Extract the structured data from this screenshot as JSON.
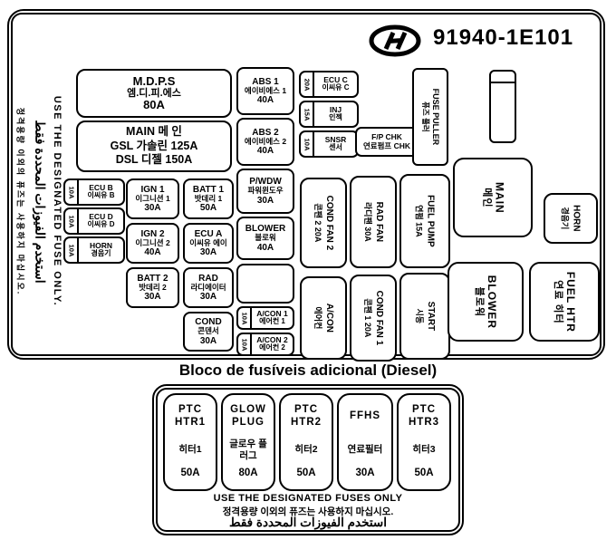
{
  "header": {
    "logo": "hyundai-logo",
    "part_number": "91940-1E101"
  },
  "side_warning": {
    "korean": "정격용량 이외의 퓨즈는 사용하지 마십시오.",
    "arabic": "استخدم الفيوزات المحددة فقط",
    "english": "USE THE DESIGNATED FUSE ONLY."
  },
  "fuses": {
    "mdps": {
      "name": "M.D.P.S",
      "korean": "엠.디.피.에스",
      "amp": "80A"
    },
    "main": {
      "line1": "MAIN 메 인",
      "line2": "GSL 가솔린 125A",
      "line3": "DSL 디젤 150A"
    },
    "abs1": {
      "name": "ABS 1",
      "korean": "에이비에스 1",
      "amp": "40A"
    },
    "abs2": {
      "name": "ABS 2",
      "korean": "에이비에스 2",
      "amp": "40A"
    },
    "pwdw": {
      "name": "P/WDW",
      "korean": "파워윈도우",
      "amp": "30A"
    },
    "blower": {
      "name": "BLOWER",
      "korean": "블로워",
      "amp": "40A"
    },
    "acon1": {
      "name": "A/CON 1",
      "korean": "에어컨 1",
      "amp": "10A"
    },
    "acon2": {
      "name": "A/CON 2",
      "korean": "에어컨 2",
      "amp": "10A"
    },
    "ecu_b": {
      "name": "ECU B",
      "korean": "이씨유 B",
      "amp": "10A"
    },
    "ecu_d": {
      "name": "ECU D",
      "korean": "이씨유 D",
      "amp": "10A"
    },
    "horn": {
      "name": "HORN",
      "korean": "경음기",
      "amp": "10A"
    },
    "ecu_c": {
      "name": "ECU C",
      "korean": "이씨유 C",
      "amp": "20A"
    },
    "inj": {
      "name": "INJ",
      "korean": "인젝",
      "amp": "15A"
    },
    "snsr": {
      "name": "SNSR",
      "korean": "센서",
      "amp": "10A"
    },
    "fp_chk": {
      "line1": "F/P CHK",
      "line2": "연료펌프 CHK"
    },
    "ign1": {
      "name": "IGN 1",
      "korean": "이그니션 1",
      "amp": "30A"
    },
    "batt1": {
      "name": "BATT 1",
      "korean": "밧데리 1",
      "amp": "50A"
    },
    "ign2": {
      "name": "IGN 2",
      "korean": "이그니션 2",
      "amp": "40A"
    },
    "ecu_a": {
      "name": "ECU A",
      "korean": "이씨유 에이",
      "amp": "30A"
    },
    "batt2": {
      "name": "BATT 2",
      "korean": "밧데리 2",
      "amp": "30A"
    },
    "rad": {
      "name": "RAD",
      "korean": "라디에이터",
      "amp": "30A"
    },
    "cond": {
      "name": "COND",
      "korean": "콘덴서",
      "amp": "30A"
    },
    "cond_fan2": {
      "name": "COND FAN 2",
      "korean": "콘팬 2 20A"
    },
    "rad_fan": {
      "name": "RAD FAN",
      "korean": "라디팬 30A"
    },
    "fuel_pump": {
      "name": "FUEL PUMP",
      "korean": "연펌 15A"
    },
    "acon_relay": {
      "name": "A/CON",
      "korean": "에어컨"
    },
    "cond_fan1": {
      "name": "COND FAN 1",
      "korean": "콘팬 1 20A"
    },
    "start": {
      "name": "START",
      "korean": "시동"
    },
    "fuse_puller": {
      "name": "FUSE PULLER",
      "korean": "퓨즈 풀러"
    },
    "main_relay": {
      "name": "MAIN",
      "korean": "메인"
    },
    "horn_relay": {
      "name": "HORN",
      "korean": "경음기"
    },
    "blower_relay": {
      "name": "BLOWER",
      "korean": "블로워"
    },
    "fuel_htr": {
      "name": "FUEL HTR",
      "korean": "연료 히터"
    }
  },
  "diesel_box": {
    "title": "Bloco de fusíveis adicional (Diesel)",
    "fuses": [
      {
        "line1": "PTC",
        "line2": "HTR1",
        "korean": "히터1",
        "amp": "50A"
      },
      {
        "line1": "GLOW",
        "line2": "PLUG",
        "korean": "글로우 플러그",
        "amp": "80A"
      },
      {
        "line1": "PTC",
        "line2": "HTR2",
        "korean": "히터2",
        "amp": "50A"
      },
      {
        "line1": "FFHS",
        "line2": "",
        "korean": "연료필터",
        "amp": "30A"
      },
      {
        "line1": "PTC",
        "line2": "HTR3",
        "korean": "히터3",
        "amp": "50A"
      }
    ],
    "notes": {
      "english": "USE THE  DESIGNATED FUSES ONLY",
      "korean": "정격용량 이외의 퓨즈는 사용하지 마십시오.",
      "arabic": "استخدم الفيوزات المحددة فقط"
    }
  }
}
